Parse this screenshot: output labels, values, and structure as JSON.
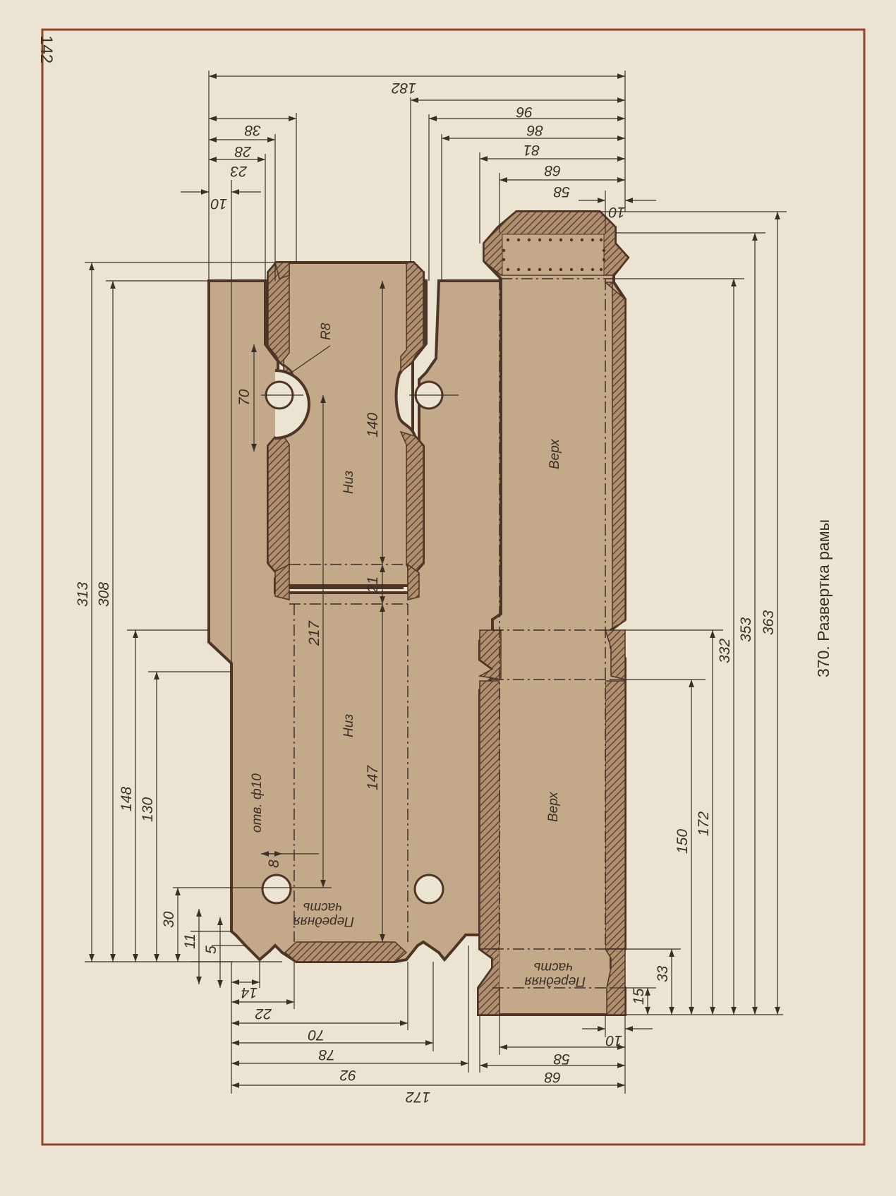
{
  "page_number": "142",
  "caption": "370. Развертка рамы",
  "colors": {
    "paper": "#ece4d3",
    "part": "#c4a88a",
    "outline": "#4e3526",
    "frame": "#8e4428"
  },
  "labels": {
    "bottom_upper": "Низ",
    "bottom_lower": "Низ",
    "top_upper": "Верх",
    "top_lower": "Верх",
    "front_left_line1": "Передняя",
    "front_left_line2": "часть",
    "front_right_line1": "Передняя",
    "front_right_line2": "часть",
    "hole_note": "отв. ф10",
    "radius_note": "R8"
  },
  "dimensions": {
    "d182": "182",
    "d96": "96",
    "d86": "86",
    "d81": "81",
    "d68_top": "68",
    "d58_top": "58",
    "d10_top_right": "10",
    "d38": "38",
    "d28": "28",
    "d23": "23",
    "d10_top_left": "10",
    "d70_slot": "70",
    "d140": "140",
    "d21": "21",
    "d217": "217",
    "d147": "147",
    "d8": "8",
    "d313": "313",
    "d308": "308",
    "d148": "148",
    "d130": "130",
    "d30": "30",
    "d11": "11",
    "d5": "5",
    "d14": "14",
    "d22": "22",
    "d70_bottom": "70",
    "d78": "78",
    "d92": "92",
    "d172_bottom": "172",
    "d10_bottom_right": "10",
    "d58_bottom": "58",
    "d68_bottom": "68",
    "d33": "33",
    "d15": "15",
    "d150": "150",
    "d172_right": "172",
    "d332": "332",
    "d353": "353",
    "d363": "363"
  }
}
